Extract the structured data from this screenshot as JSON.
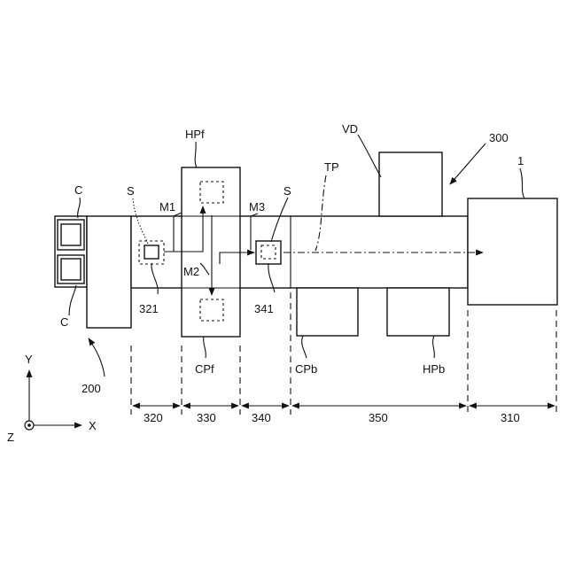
{
  "labels": {
    "hpf": "HPf",
    "vd": "VD",
    "ref300": "300",
    "tp": "TP",
    "ref1": "1",
    "c_top": "C",
    "c_bottom": "C",
    "s_left": "S",
    "s_right": "S",
    "m1": "M1",
    "m2": "M2",
    "m3": "M3",
    "ref321": "321",
    "ref341": "341",
    "cpf": "CPf",
    "cpb": "CPb",
    "hpb": "HPb",
    "ref200": "200",
    "axis_y": "Y",
    "axis_x": "X",
    "axis_z": "Z"
  },
  "dimensions": [
    "320",
    "330",
    "340",
    "350",
    "310"
  ]
}
